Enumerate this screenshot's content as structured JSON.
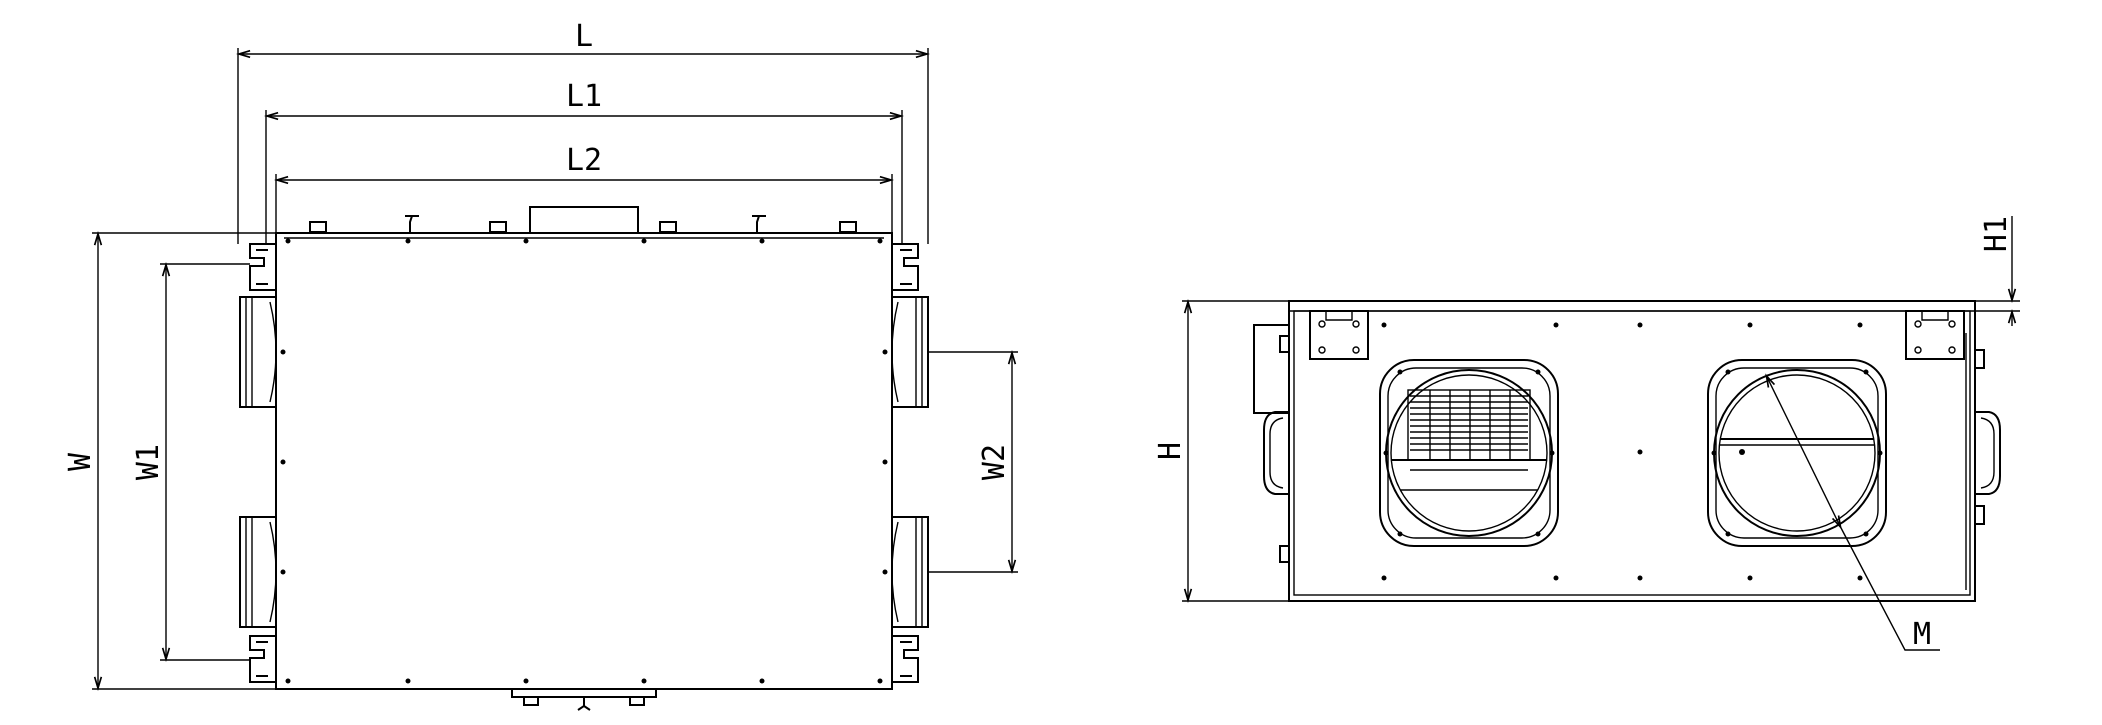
{
  "diagram": {
    "dimensions": {
      "L": "L",
      "L1": "L1",
      "L2": "L2",
      "W": "W",
      "W1": "W1",
      "W2": "W2",
      "H": "H",
      "H1": "H1",
      "M": "M"
    },
    "colors": {
      "line": "#000000",
      "background": "#ffffff"
    }
  }
}
